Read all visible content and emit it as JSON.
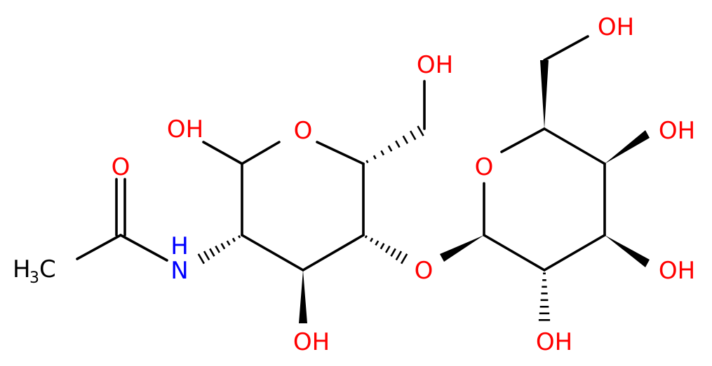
{
  "colors": {
    "bond": "#000000",
    "oxygen": "#ff0000",
    "nitrogen": "#0000ff",
    "carbon": "#000000",
    "background": "#ffffff"
  },
  "labels": {
    "o_carbonyl": "O",
    "o_hydroxyl_anomeric": "OH",
    "o_ring_left": "O",
    "o_hydroxyl_c6_left": "OH",
    "o_glycosidic": "O",
    "o_ring_right": "O",
    "o_hydroxyl_c6_right": "OH",
    "o_hydroxyl_c4_right": "OH",
    "o_hydroxyl_c3_right": "OH",
    "o_hydroxyl_c2_right": "OH",
    "o_hydroxyl_c3_left": "OH",
    "n_amide": "N",
    "n_amide_h": "H",
    "methyl_h": "H",
    "methyl_sub": "3",
    "methyl_c": "C"
  }
}
